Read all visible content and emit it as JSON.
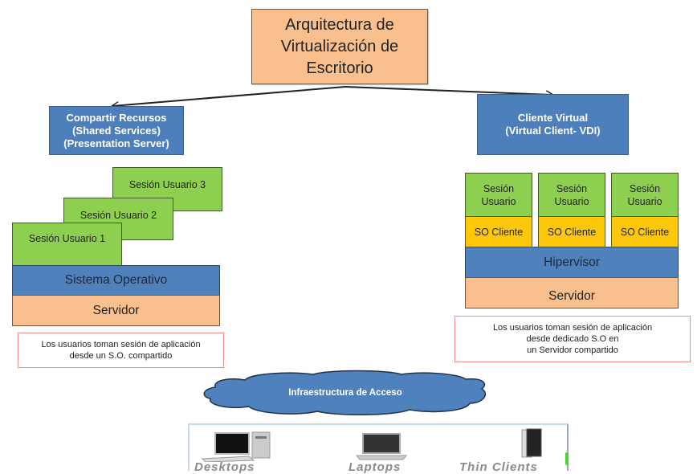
{
  "title": [
    "Arquitectura de",
    "Virtualización de",
    "Escritorio"
  ],
  "left": {
    "header": [
      "Compartir Recursos",
      "(Shared Services)",
      "(Presentation Server)"
    ],
    "sessions": [
      "Sesión Usuario 3",
      "Sesión Usuario 2",
      "Sesión Usuario 1"
    ],
    "os_layer": "Sistema Operativo",
    "server_layer": "Servidor",
    "note": [
      "Los usuarios toman sesión  de aplicación",
      "desde un S.O. compartido"
    ]
  },
  "right": {
    "header": [
      "Cliente Virtual",
      "(Virtual Client- VDI)"
    ],
    "columns": [
      {
        "session": [
          "Sesión",
          "Usuario"
        ],
        "os": "SO Cliente"
      },
      {
        "session": [
          "Sesión",
          "Usuario"
        ],
        "os": "SO Cliente"
      },
      {
        "session": [
          "Sesión",
          "Usuario"
        ],
        "os": "SO Cliente"
      }
    ],
    "hypervisor_layer": "Hipervisor",
    "server_layer": "Servidor",
    "note": [
      "Los usuarios toman  sesión  de aplicación",
      "desde dedicado S.O en",
      "un Servidor compartido"
    ]
  },
  "cloud": {
    "label": "Infraestructura de Acceso"
  },
  "devices": [
    {
      "label": "Desktops",
      "icon": "desktop-computer-icon"
    },
    {
      "label": "Laptops",
      "icon": "laptop-icon"
    },
    {
      "label": "Thin Clients",
      "icon": "thin-client-icon"
    }
  ],
  "colors": {
    "peach": "#f9c08e",
    "blue": "#4f81bd",
    "green": "#8dd04f",
    "yellow": "#fdc80a",
    "note_border": "#ee8b8f"
  }
}
